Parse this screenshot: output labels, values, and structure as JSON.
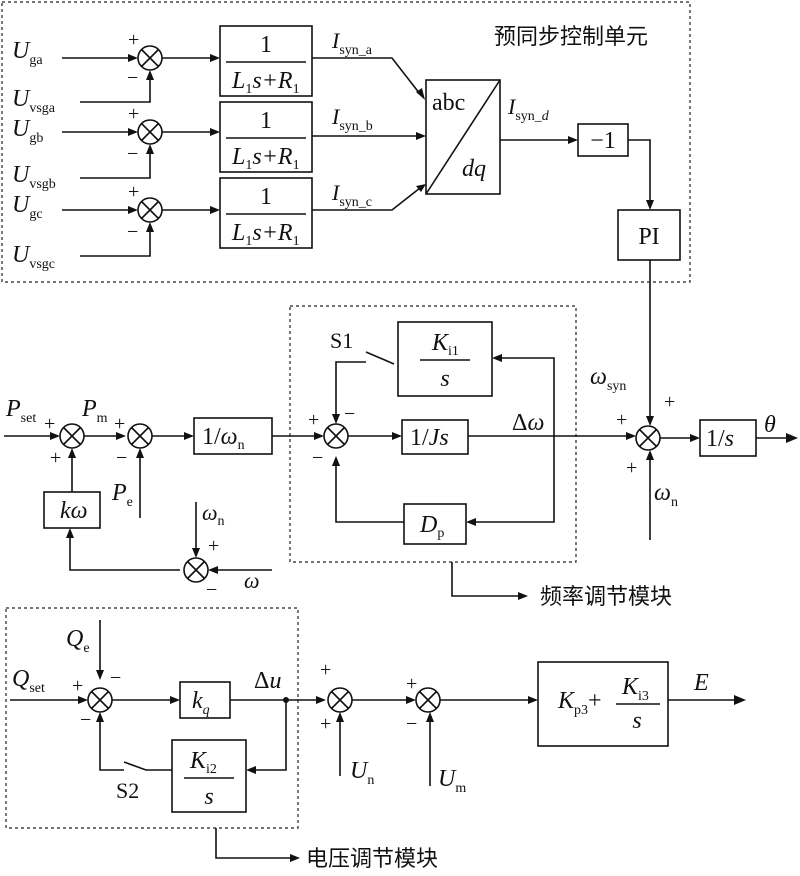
{
  "presync": {
    "title": "预同步控制单元",
    "inputs": [
      {
        "u": "U",
        "u_sub": "ga",
        "v": "U",
        "v_sub": "vsga"
      },
      {
        "u": "U",
        "u_sub": "gb",
        "v": "U",
        "v_sub": "vsgb"
      },
      {
        "u": "U",
        "u_sub": "gc",
        "v": "U",
        "v_sub": "vsgc"
      }
    ],
    "tf_num": "1",
    "tf_den": {
      "a": "L",
      "a_sub": "1",
      "b": "s+",
      "c": "R",
      "c_sub": "1"
    },
    "currents": [
      {
        "t": "I",
        "sub": "syn_a"
      },
      {
        "t": "I",
        "sub": "syn_b"
      },
      {
        "t": "I",
        "sub": "syn_c"
      }
    ],
    "transform_top": "abc",
    "transform_bottom": "dq",
    "isynd": {
      "t": "I",
      "sub": "syn_",
      "sub2": "d"
    },
    "neg_one": "−1",
    "pi": "PI"
  },
  "freq": {
    "pset": {
      "t": "P",
      "sub": "set"
    },
    "pm": {
      "t": "P",
      "sub": "m"
    },
    "pe": {
      "t": "P",
      "sub": "e"
    },
    "inv_wn": {
      "a": "1/",
      "b": "ω",
      "b_sub": "n"
    },
    "kw": {
      "a": "k",
      "b": "ω"
    },
    "wn": {
      "t": "ω",
      "sub": "n"
    },
    "w": "ω",
    "s1": "S1",
    "ki1": {
      "t": "K",
      "sub": "i1",
      "den": "s"
    },
    "inv_js": {
      "a": "1/",
      "b": "Js"
    },
    "dw": {
      "a": "Δ",
      "b": "ω"
    },
    "dp": {
      "t": "D",
      "sub": "p"
    },
    "module_label": "频率调节模块",
    "wsyn": {
      "t": "ω",
      "sub": "syn"
    },
    "wn2": {
      "t": "ω",
      "sub": "n"
    },
    "integrator": {
      "a": "1/",
      "b": "s"
    },
    "theta": "θ"
  },
  "volt": {
    "qe": {
      "t": "Q",
      "sub": "e"
    },
    "qset": {
      "t": "Q",
      "sub": "set"
    },
    "kq": {
      "t": "k",
      "sub": "q"
    },
    "du": {
      "a": "Δ",
      "b": "u"
    },
    "ki2": {
      "t": "K",
      "sub": "i2",
      "den": "s"
    },
    "s2": "S2",
    "un": {
      "t": "U",
      "sub": "n"
    },
    "um": {
      "t": "U",
      "sub": "m"
    },
    "pi_block": {
      "kp": "K",
      "kp_sub": "p3",
      "plus": "+",
      "ki": "K",
      "ki_sub": "i3",
      "den": "s"
    },
    "e": "E",
    "module_label": "电压调节模块"
  },
  "signs": {
    "plus": "+",
    "minus": "−"
  }
}
